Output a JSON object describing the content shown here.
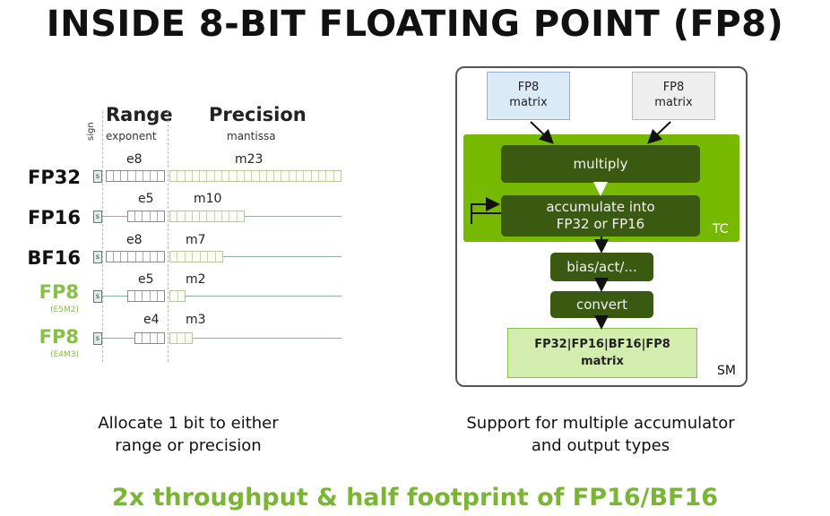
{
  "title": "INSIDE 8-BIT FLOATING POINT (FP8)",
  "left": {
    "sign_label": "sign",
    "range_label": "Range",
    "exponent_label": "exponent",
    "precision_label": "Precision",
    "mantissa_label": "mantissa",
    "formats": [
      {
        "name": "FP32",
        "sub": "",
        "exp_label": "e8",
        "mant_label": "m23",
        "exp_bits": 8,
        "mant_bits": 23
      },
      {
        "name": "FP16",
        "sub": "",
        "exp_label": "e5",
        "mant_label": "m10",
        "exp_bits": 5,
        "mant_bits": 10
      },
      {
        "name": "BF16",
        "sub": "",
        "exp_label": "e8",
        "mant_label": "m7",
        "exp_bits": 8,
        "mant_bits": 7
      },
      {
        "name": "FP8",
        "sub": "(E5M2)",
        "exp_label": "e5",
        "mant_label": "m2",
        "exp_bits": 5,
        "mant_bits": 2
      },
      {
        "name": "FP8",
        "sub": "(E4M3)",
        "exp_label": "e4",
        "mant_label": "m3",
        "exp_bits": 4,
        "mant_bits": 3
      }
    ],
    "sign_box": "s",
    "caption_line1": "Allocate 1 bit to either",
    "caption_line2": "range or precision"
  },
  "right": {
    "input_a_line1": "FP8",
    "input_a_line2": "matrix",
    "input_b_line1": "FP8",
    "input_b_line2": "matrix",
    "multiply": "multiply",
    "accumulate_line1": "accumulate into",
    "accumulate_line2": "FP32 or FP16",
    "tc_label": "TC",
    "bias": "bias/act/...",
    "convert": "convert",
    "output_line1": "FP32|FP16|BF16|FP8",
    "output_line2": "matrix",
    "sm_label": "SM",
    "caption_line1": "Support for multiple accumulator",
    "caption_line2": "and output types"
  },
  "footer": "2x throughput & half footprint of FP16/BF16",
  "colors": {
    "nvidia_green": "#76b900",
    "dark_green": "#3b5a11",
    "light_green": "#d3edae",
    "fp8_label_green": "#86c046",
    "footer_green": "#7bb535",
    "input_blue": "#dbeaf7"
  }
}
